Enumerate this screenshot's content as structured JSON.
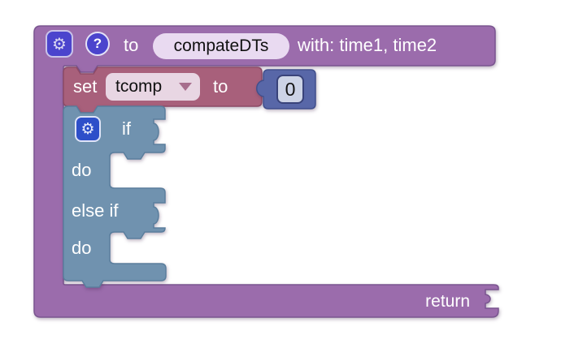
{
  "icons": {
    "gear": "⚙",
    "help": "?"
  },
  "procedure_block": {
    "color": "#9b6cac",
    "border": "#7a5590",
    "to_label": "to",
    "name": "compateDTs",
    "params_label": "with: time1, time2",
    "return_label": "return"
  },
  "set_block": {
    "color": "#a8607b",
    "border": "#8d4a66",
    "set_label": "set",
    "variable": "tcomp",
    "to_label": "to"
  },
  "number_block": {
    "color": "#5867a8",
    "border": "#414f8c",
    "value": "0"
  },
  "if_block": {
    "color": "#7092af",
    "border": "#5a7e9d",
    "if_label": "if",
    "do_labels": [
      "do",
      "do"
    ],
    "else_if_label": "else if"
  }
}
